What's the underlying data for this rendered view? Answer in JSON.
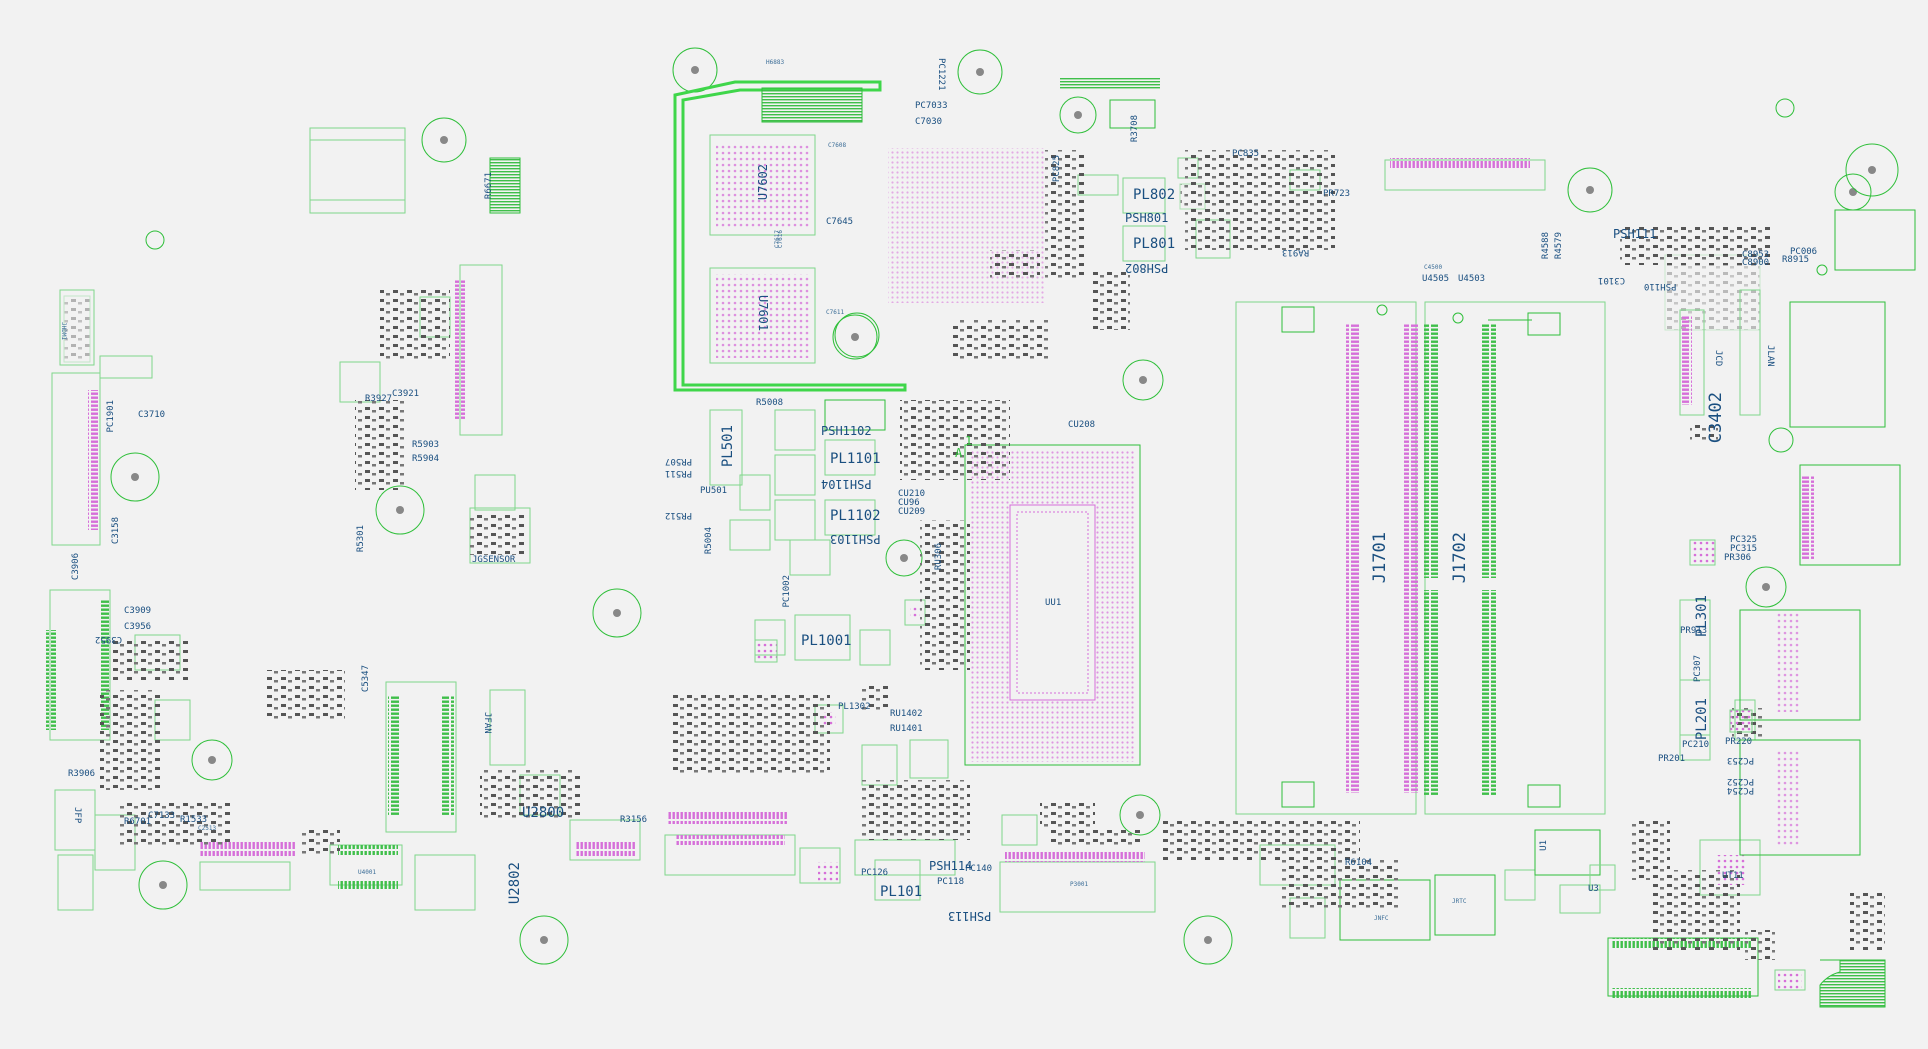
{
  "colors": {
    "background": "#f2f2f2",
    "outline": "#2fbf3a",
    "outline_light": "#7fd78a",
    "pad_magenta": "#d66fd9",
    "label": "#1a4f80",
    "component": "#4c4c4c"
  },
  "labels": {
    "pc1221": "PC1221",
    "h6883": "H6883",
    "u7602": "U7602",
    "u7601": "U7601",
    "c7645": "C7645",
    "c7611": "C7611",
    "c7616": "C7616",
    "c7617": "C7617",
    "c7033": "PC7033",
    "c7030": "C7030",
    "r6671": "R6671",
    "c7608": "C7608",
    "pc825": "PC825",
    "pl802": "PL802",
    "pl801": "PL801",
    "psh801": "PSH801",
    "psh802": "PSH802",
    "pc835": "PC835",
    "pr723": "PR723",
    "ra913": "RA913",
    "r3708": "R3708",
    "r4588": "R4588",
    "r4579": "R4579",
    "psh111": "PSH111",
    "r8915": "R8915",
    "pc006": "PC006",
    "c8953": "C8953",
    "c8900": "C8900",
    "c4500": "C4500",
    "u4503": "U4503",
    "j1701": "J1701",
    "j1702": "J1702",
    "c3402": "C3402",
    "c3710": "C3710",
    "c3921": "C3921",
    "r3927": "R3927",
    "r5903": "R5903",
    "r5904": "R5904",
    "r5008": "R5008",
    "pl501": "PL501",
    "psh1102": "PSH1102",
    "pl1101": "PL1101",
    "psh1104": "PSH1104",
    "pl1102": "PL1102",
    "psh1103": "PSH1103",
    "pl1001": "PL1001",
    "pl1302": "PL1302",
    "pc1002": "PC1002",
    "cu208": "CU208",
    "cu210": "CU210",
    "cu96": "CU96",
    "cu209": "CU209",
    "uu1": "UU1",
    "ru306": "RU306",
    "ru1402": "RU1402",
    "ru1401": "RU1401",
    "pc325": "PC325",
    "pc315": "PC315",
    "pr306": "PR306",
    "pl301": "PL301",
    "pr913": "PR913",
    "pc307": "PC307",
    "pl201": "PL201",
    "pc210": "PC210",
    "pr220": "PR220",
    "pr201": "PR201",
    "pc253": "PC253",
    "pc252": "PC252",
    "pc254": "PC254",
    "u2800": "U2800",
    "u2802": "U2802",
    "u4001": "U4001",
    "r3156": "R3156",
    "jfan": "JFAN",
    "pc126": "PC126",
    "pl101": "PL101",
    "psh114": "PSH114",
    "psh113": "PSH113",
    "pc140": "PC140",
    "pc118": "PC118",
    "r6104": "R6104",
    "u1": "U1",
    "p3001": "P3001",
    "j3001": "JNFC",
    "jrtc": "JRTC",
    "u3": "U3",
    "ut11": "UT11",
    "c3906": "C3906",
    "c3909": "C3909",
    "c3956": "C3956",
    "c3952": "C3952",
    "c3158": "C3158",
    "r5301": "R5301",
    "c5347": "C5347",
    "jfp": "JFP",
    "j3906": "R3906",
    "r6701": "R6701",
    "c2513": "C2513",
    "r1533": "R1533",
    "ce7133": "C7133",
    "a_mark": "A",
    "one_mark": "1",
    "jcd": "JCD",
    "jlan": "JLAN",
    "jhdmi": "JHDMI",
    "pu501": "PU501",
    "pr507": "PR507",
    "pr511": "PR511",
    "pr512": "PR512",
    "u4505": "U4505",
    "jglz": "JGSENSOR",
    "r5004": "R5004",
    "psh110": "PSH110",
    "c3101": "C3101",
    "pc1901": "PC1901"
  }
}
